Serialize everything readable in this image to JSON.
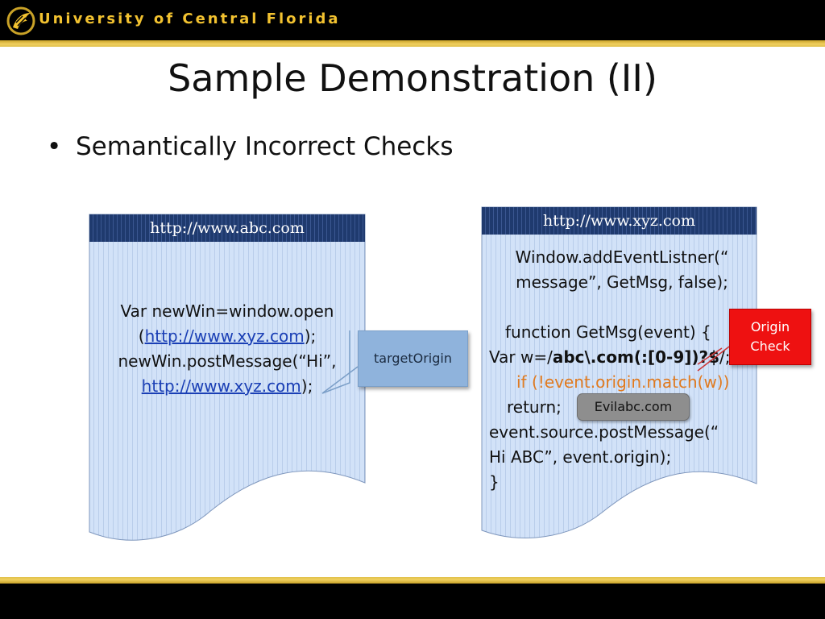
{
  "header": {
    "university_name": "University of Central Florida"
  },
  "slide": {
    "title": "Sample Demonstration (II)",
    "bullet": "Semantically Incorrect Checks"
  },
  "left_doc": {
    "url": "http://www.abc.com",
    "line1": "Var newWin=window.open",
    "line2_open": "(",
    "line2_link": "http://www.xyz.com",
    "line2_close": ");",
    "line3": "newWin.postMessage(“Hi”,",
    "line4_link": "http://www.xyz.com",
    "line4_close": ");"
  },
  "right_doc": {
    "url": "http://www.xyz.com",
    "line1": "Window.addEventListner(“",
    "line2": "message”, GetMsg, false);",
    "line3": "function GetMsg(event) {",
    "line4_prefix": "Var w=/",
    "line4_bold": "abc\\.com(:[0-9])?$",
    "line4_suffix": "/;",
    "line5": "if (!event.origin.match(w))",
    "line6": "return;",
    "line7": "event.source.postMessage(“",
    "line8": "Hi ABC”, event.origin);",
    "line9": "}"
  },
  "callouts": {
    "target_origin": "targetOrigin",
    "origin_check_line1": "Origin",
    "origin_check_line2": "Check",
    "evil_domain": "Evilabc.com"
  },
  "colors": {
    "header_bg": "#000000",
    "brand_gold": "#f2c230",
    "doc_header": "#1f3a6e",
    "doc_body": "#cfe0f7",
    "link": "#1a3fb5",
    "highlight_orange": "#e07a1f",
    "origin_check_red": "#ee1111",
    "target_origin_blue": "#8fb3dc",
    "evil_pill_gray": "#8e8e8e"
  }
}
